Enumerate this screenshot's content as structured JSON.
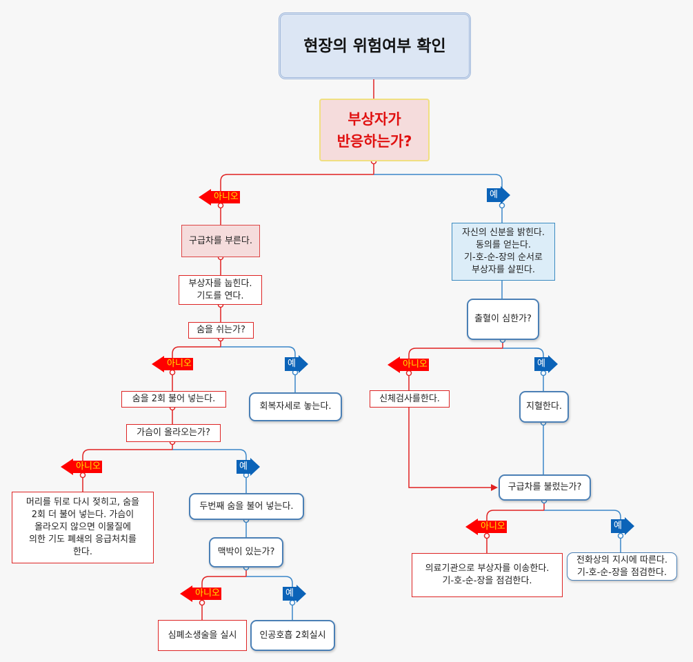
{
  "title": "현장의 위험여부 확인",
  "question": "부상자가\n반응하는가?",
  "no_label": "아니오",
  "yes_label": "예",
  "left": {
    "call_ambulance": "구급차를 부른다.",
    "lay_down": "부상자를 눕힌다.\n기도를 연다.",
    "breathing": "숨을 쉬는가?",
    "blow_twice": "숨을 2회 불어 넣는다.",
    "recovery": "회복자세로 놓는다.",
    "chest_rise": "가슴이 올라오는가?",
    "obstruction": "머리를 뒤로 다시 젖히고, 숨을\n2회 더 불어 넣는다. 가슴이\n올라오지 않으면 이물질에\n의한 기도 폐쇄의 응급처치를\n한다.",
    "second_breath": "두번째 숨을 불어 넣는다.",
    "pulse": "맥박이 있는가?",
    "cpr": "심폐소생술을 실시",
    "rescue_breath": "인공호흡 2회실시"
  },
  "right": {
    "identify": "자신의 신분을 밝힌다.\n동의를 얻는다.\n기-호-순-장의 순서로\n부상자를 살핀다.",
    "bleeding": "출혈이 심한가?",
    "exam": "신체검사를한다.",
    "stop_bleeding": "지혈한다.",
    "called": "구급차를 불렀는가?",
    "transport": "의료기관으로 부상자를 이송한다.\n기-호-순-장을 점검한다.",
    "phone": "전화상의 지시에 따른다.\n기-호-순-장을 점검한다."
  },
  "colors": {
    "no": "#ff0000",
    "yes": "#0b63b8",
    "red_line": "#e02020",
    "blue_line": "#3a86c8"
  }
}
